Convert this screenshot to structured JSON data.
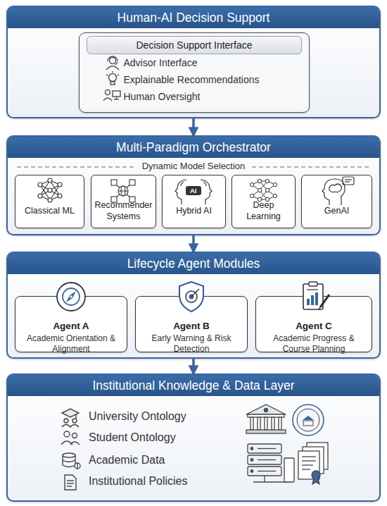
{
  "diagram": {
    "nodes": [
      {
        "text": [
          "Human-AI Decision Support"
        ]
      },
      {
        "text": [
          "Decision Support Interface"
        ],
        "in": 0
      },
      {
        "text": [
          "Multi-Paradigm Orchestrator"
        ]
      },
      {
        "text": [
          "Classical ML"
        ],
        "in": 2
      },
      {
        "text": [
          "Recommender Systems"
        ],
        "in": 2
      },
      {
        "text": [
          "Hybrid AI"
        ],
        "in": 2
      },
      {
        "text": [
          "Deep Learning"
        ],
        "in": 2
      },
      {
        "text": [
          "GenAI"
        ],
        "in": 2
      },
      {
        "text": [
          "Lifecycle Agent Modules"
        ]
      },
      {
        "text": [
          "Agent A",
          "Academic Orientation & Alignment"
        ],
        "in": 8
      },
      {
        "text": [
          "Agent B",
          "Early Warning & Risk Detection"
        ],
        "in": 8
      },
      {
        "text": [
          "Agent C",
          "Academic Progress & Course Planning"
        ],
        "in": 8
      },
      {
        "text": [
          "Institutional Knowledge & Data Layer"
        ]
      }
    ],
    "edges": [
      {
        "from": 0,
        "to": 2,
        "arrow": "to"
      },
      {
        "from": 2,
        "to": 8,
        "arrow": "to"
      },
      {
        "from": 8,
        "to": 12,
        "arrow": "to"
      }
    ],
    "labels": [
      "Dynamic Model Selection",
      "Advisor Interface",
      "Explainable Recommendations",
      "Human Oversight",
      "AI",
      "University Ontology",
      "Student Ontology",
      "Academic Data",
      "Institutional Policies"
    ]
  }
}
